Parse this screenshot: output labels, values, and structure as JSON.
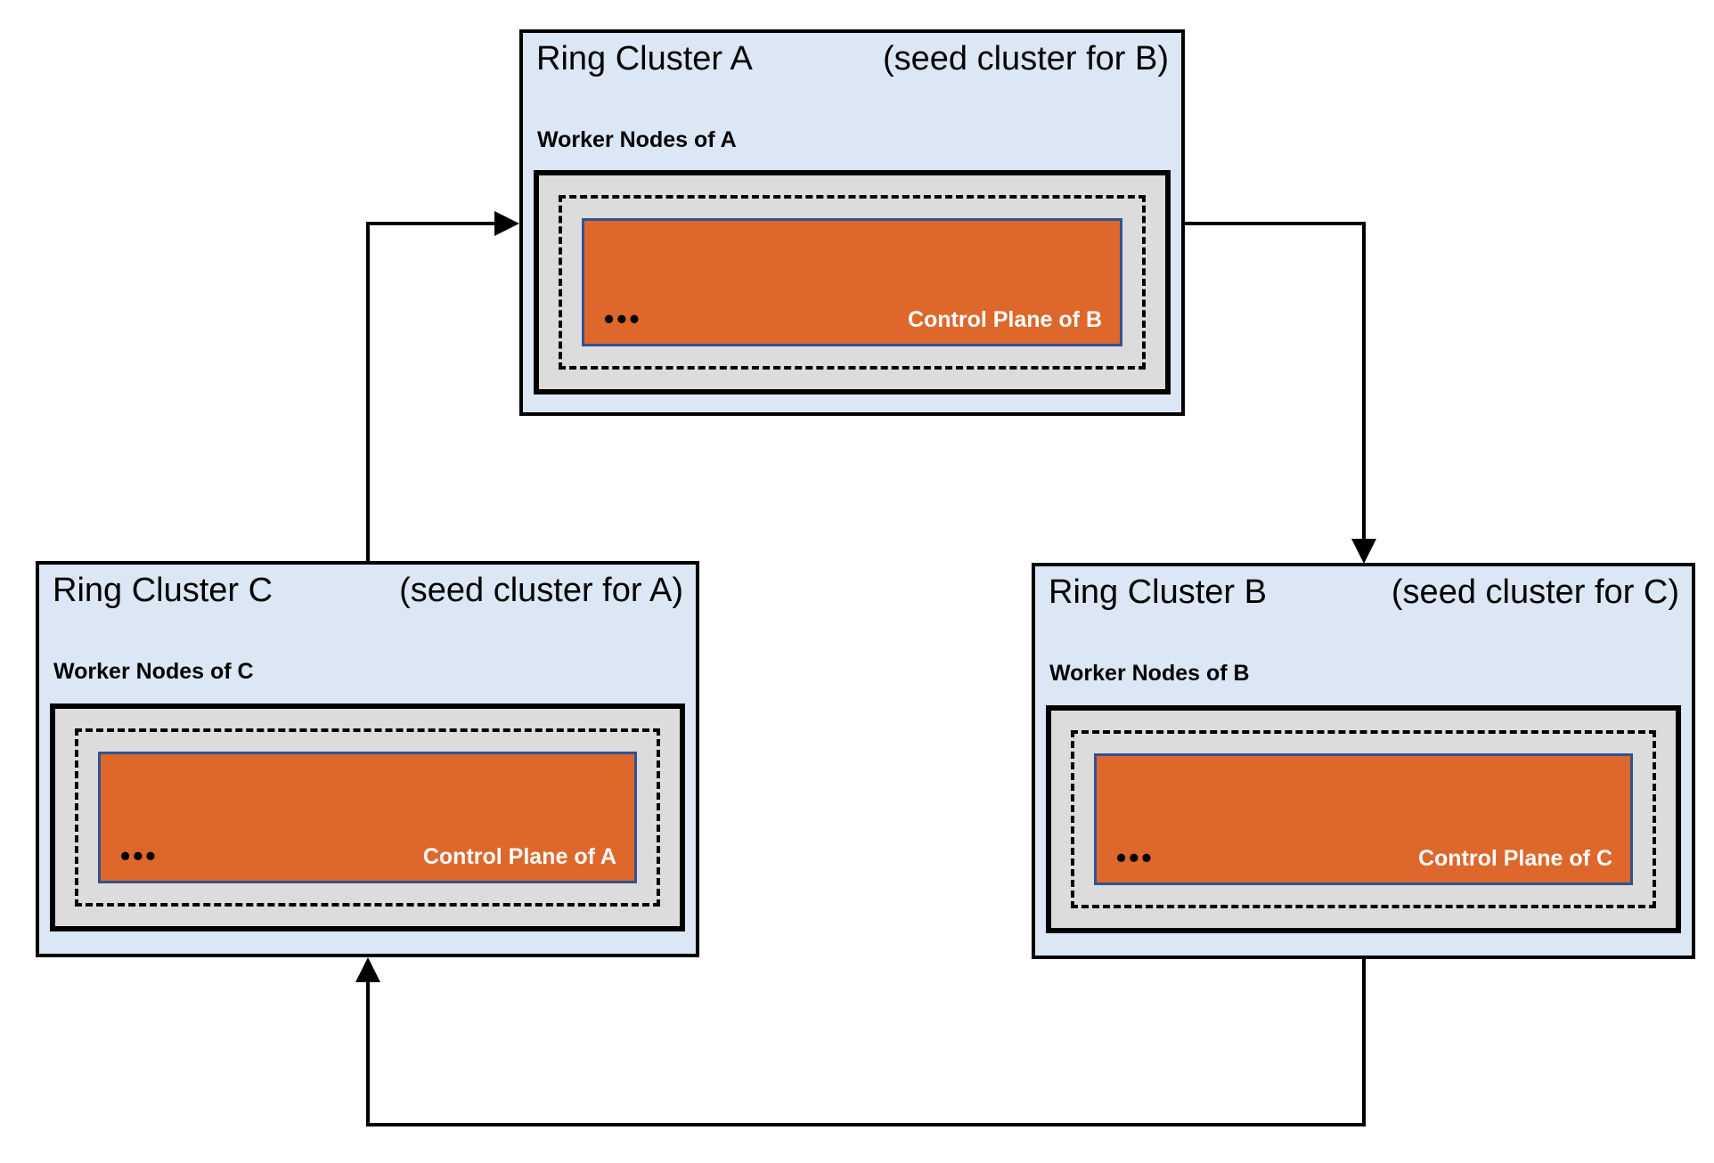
{
  "diagram": {
    "clusters": [
      {
        "id": "A",
        "title": "Ring Cluster A",
        "seed_note": "(seed cluster for B)",
        "worker_label": "Worker Nodes of A",
        "ellipsis": "•••",
        "control_label": "Control Plane of B"
      },
      {
        "id": "C",
        "title": "Ring Cluster C",
        "seed_note": "(seed cluster for A)",
        "worker_label": "Worker Nodes of C",
        "ellipsis": "•••",
        "control_label": "Control Plane of A"
      },
      {
        "id": "B",
        "title": "Ring Cluster B",
        "seed_note": "(seed cluster for C)",
        "worker_label": "Worker Nodes of B",
        "ellipsis": "•••",
        "control_label": "Control Plane of C"
      }
    ],
    "connections": [
      {
        "from": "Ring Cluster A",
        "to": "Ring Cluster B"
      },
      {
        "from": "Ring Cluster B",
        "to": "Ring Cluster C"
      },
      {
        "from": "Ring Cluster C",
        "to": "Ring Cluster A"
      }
    ]
  },
  "colors": {
    "cluster_fill": "#dbe7f4",
    "worker_group_fill": "#dcdcdc",
    "control_plane_fill": "#de672b",
    "control_plane_border": "#2f5391",
    "line": "#000000",
    "control_label_text": "#ffffff"
  }
}
